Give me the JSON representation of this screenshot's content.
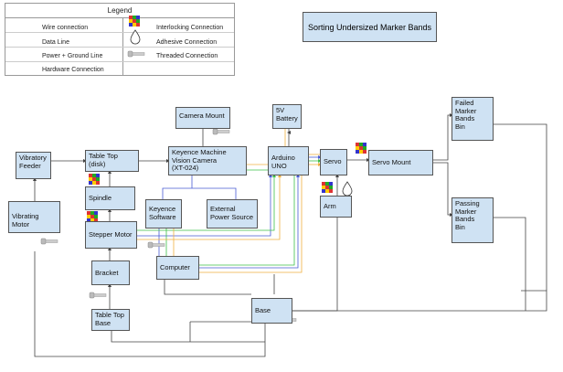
{
  "title": "Sorting Undersized Marker Bands",
  "legend": {
    "heading": "Legend",
    "wire": "Wire connection",
    "data": "Data Line",
    "power": "Power + Ground Line",
    "hardware": "Hardware Connection",
    "interlocking": "Interlocking Connection",
    "adhesive": "Adhesive Connection",
    "threaded": "Threaded Connection"
  },
  "colors": {
    "box_fill": "#cfe2f3",
    "wire": "#4a5bd4",
    "data": "#3ec04a",
    "power": "#f0b040",
    "hardware": "#444444"
  },
  "nodes": {
    "vibratory_feeder": "Vibratory\nFeeder",
    "vibrating_motor": "Vibrating Motor",
    "table_top": "Table Top\n(disk)",
    "spindle": "Spindle",
    "stepper_motor": "Stepper Motor",
    "bracket": "Bracket",
    "table_top_base": "Table Top\nBase",
    "camera_mount": "Camera Mount",
    "keyence_camera": "Keyence Machine\nVision Camera\n(XT-024)",
    "keyence_software": "Keyence\nSoftware",
    "external_power": "External\nPower Source",
    "computer": "Computer",
    "battery": "5V\nBattery",
    "arduino": "Arduino\nUNO",
    "servo": "Servo",
    "arm": "Arm",
    "servo_mount": "Servo Mount",
    "base": "Base",
    "failed_bin": "Failed\nMarker\nBands\nBin",
    "passing_bin": "Passing\nMarker\nBands\nBin"
  },
  "icons": [
    "interlocking-icon",
    "adhesive-icon",
    "threaded-icon"
  ]
}
